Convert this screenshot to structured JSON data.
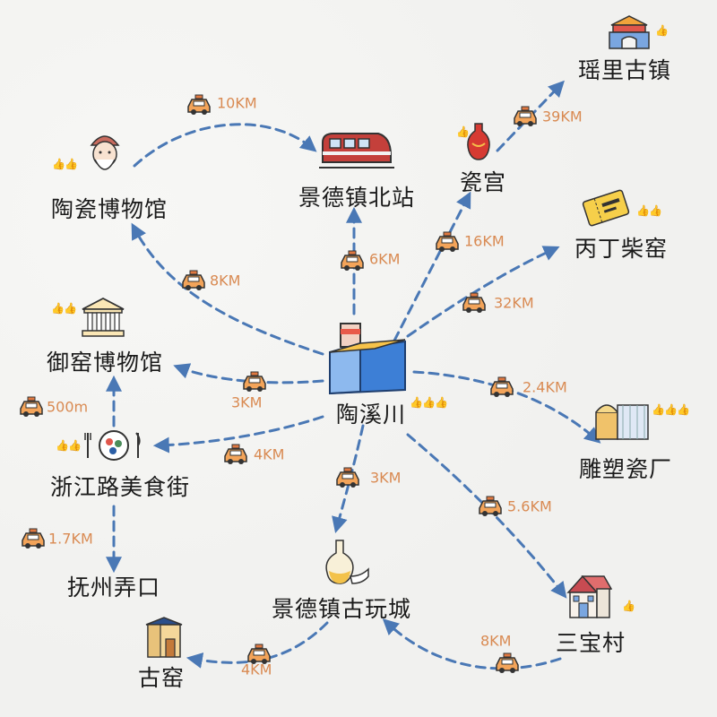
{
  "places": {
    "center": "陶溪川",
    "museum": "陶瓷博物馆",
    "north_station": "景德镇北站",
    "ciguan": "瓷宫",
    "yaoli": "瑶里古镇",
    "bingding": "丙丁柴窑",
    "yuyao_museum": "御窑博物馆",
    "food_street": "浙江路美食街",
    "fuzhou_lane": "抚州弄口",
    "antique_city": "景德镇古玩城",
    "guyao": "古窑",
    "sanbao": "三宝村",
    "sculpture_factory": "雕塑瓷厂"
  },
  "distances": {
    "museum_to_station": "10KM",
    "ciguan_to_yaoli": "39KM",
    "center_to_ciguan": "16KM",
    "center_to_station": "6KM",
    "center_to_museum": "8KM",
    "center_to_bingding": "32KM",
    "center_to_yuyao": "3KM",
    "center_to_sculpture": "2.4KM",
    "food_to_yuyao": "500m",
    "center_to_food": "4KM",
    "center_to_antique": "3KM",
    "center_to_sanbao": "5.6KM",
    "food_to_fuzhou": "1.7KM",
    "sanbao_to_antique": "8KM",
    "antique_to_guyao": "4KM"
  },
  "icons": {
    "taxi": "taxi-icon",
    "thumbs": "thumbs-up-icon"
  },
  "colors": {
    "route": "#4a78b5",
    "distance_text": "#d98a52",
    "taxi": "#e07840",
    "thumbs": "#f0a030"
  }
}
